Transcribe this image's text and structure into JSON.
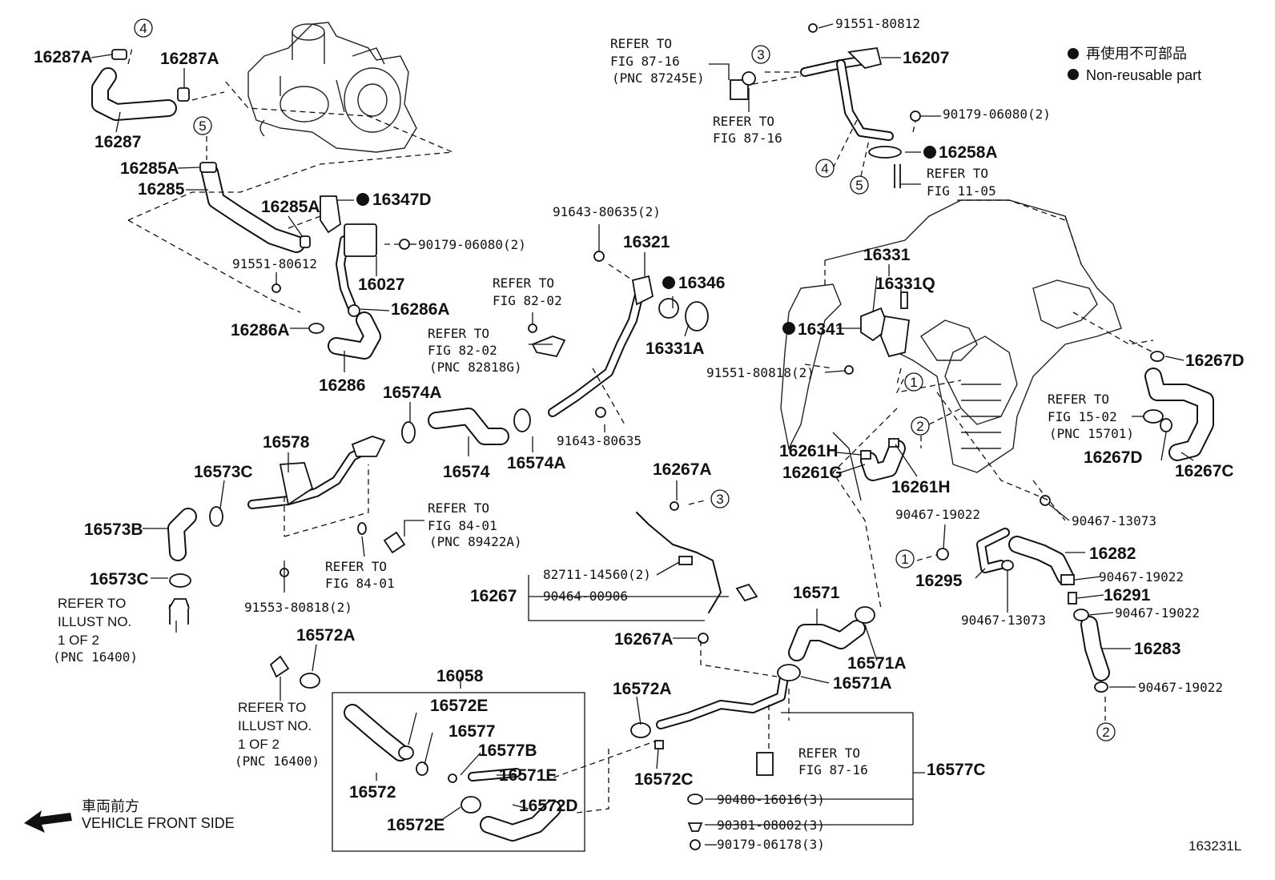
{
  "legend": {
    "jp": "再使用不可部品",
    "en": "Non-reusable part"
  },
  "figure_code": "163231L",
  "front": {
    "jp": "車両前方",
    "en": "VEHICLE FRONT SIDE"
  },
  "labels": {
    "p16287A_a": "16287A",
    "p16287A_b": "16287A",
    "p16287": "16287",
    "p16285A_a": "16285A",
    "p16285": "16285",
    "p16285A_b": "16285A",
    "p16347D": "16347D",
    "p90179_06080_a": "90179-06080(2)",
    "p91551_80612": "91551-80612",
    "p16027": "16027",
    "p16286A_a": "16286A",
    "p16286A_b": "16286A",
    "p16286": "16286",
    "p91643_80635_2": "91643-80635(2)",
    "p16321": "16321",
    "p16346": "16346",
    "p16331A": "16331A",
    "p91643_80635": "91643-80635",
    "p16574A_a": "16574A",
    "p16574": "16574",
    "p16574A_b": "16574A",
    "p16578": "16578",
    "p16573C_a": "16573C",
    "p16573B": "16573B",
    "p16573C_b": "16573C",
    "p91553_80818": "91553-80818(2)",
    "p16267A_a": "16267A",
    "p82711": "82711-14560(2)",
    "p90464": "90464-00906",
    "p16267": "16267",
    "p16267A_b": "16267A",
    "p16572A_a": "16572A",
    "p16058": "16058",
    "p16572E_a": "16572E",
    "p16577": "16577",
    "p16577B": "16577B",
    "p16571E": "16571E",
    "p16572": "16572",
    "p16572D": "16572D",
    "p16572E_b": "16572E",
    "p16572A_b": "16572A",
    "p16572C": "16572C",
    "p16571": "16571",
    "p16571A_a": "16571A",
    "p16571A_b": "16571A",
    "p16577C": "16577C",
    "p90480": "90480-16016(3)",
    "p90381": "90381-08002(3)",
    "p90179_06178": "90179-06178(3)",
    "p91551_80812": "91551-80812",
    "p16207": "16207",
    "p90179_06080_b": "90179-06080(2)",
    "p16258A": "16258A",
    "p16331": "16331",
    "p16331Q": "16331Q",
    "p16341": "16341",
    "p91551_80818": "91551-80818(2)",
    "p16261H_a": "16261H",
    "p16261G": "16261G",
    "p16261H_b": "16261H",
    "p16267D_a": "16267D",
    "p16267D_b": "16267D",
    "p16267C": "16267C",
    "p90467_19022_a": "90467-19022",
    "p90467_13073_a": "90467-13073",
    "p16282": "16282",
    "p16295": "16295",
    "p90467_19022_b": "90467-19022",
    "p16291": "16291",
    "p90467_13073_b": "90467-13073",
    "p90467_19022_c": "90467-19022",
    "p16283": "16283",
    "p90467_19022_d": "90467-19022"
  },
  "refs": {
    "r1": [
      "REFER TO",
      "FIG 87-16",
      "(PNC 87245E)"
    ],
    "r2": [
      "REFER TO",
      "FIG 87-16"
    ],
    "r3": [
      "REFER TO",
      "FIG 11-05"
    ],
    "r4": [
      "REFER TO",
      "FIG 82-02"
    ],
    "r5": [
      "REFER TO",
      "FIG 82-02",
      "(PNC 82818G)"
    ],
    "r6": [
      "REFER TO",
      "FIG 84-01",
      "(PNC 89422A)"
    ],
    "r7": [
      "REFER TO",
      "FIG 84-01"
    ],
    "r8": [
      "REFER TO",
      "ILLUST NO.",
      " 1 OF 2",
      "(PNC 16400)"
    ],
    "r9": [
      "REFER TO",
      "ILLUST NO.",
      " 1 OF 2",
      "(PNC 16400)"
    ],
    "r10": [
      "REFER TO",
      "FIG 15-02",
      "(PNC 15701)"
    ],
    "r11": [
      "REFER TO",
      "FIG 87-16"
    ]
  },
  "callouts": {
    "c1a": "1",
    "c1b": "1",
    "c2a": "2",
    "c2b": "2",
    "c3a": "3",
    "c3b": "3",
    "c4a": "4",
    "c4b": "4",
    "c5a": "5",
    "c5b": "5"
  },
  "icons": {
    "non_reusable": "filled-circle-icon",
    "arrow": "front-arrow-icon"
  }
}
